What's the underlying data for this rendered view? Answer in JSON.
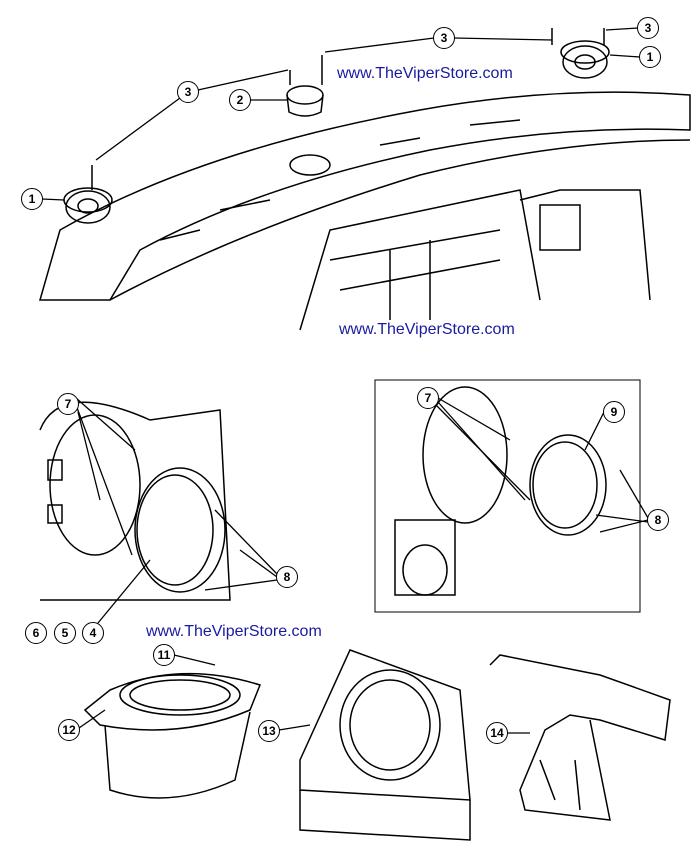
{
  "watermarks": [
    "www.TheViperStore.com",
    "www.TheViperStore.com",
    "www.TheViperStore.com"
  ],
  "callouts": [
    {
      "label": "3",
      "target": "screw"
    },
    {
      "label": "3",
      "target": "screw"
    },
    {
      "label": "3",
      "target": "screw"
    },
    {
      "label": "1",
      "target": "dash-speaker-right"
    },
    {
      "label": "1",
      "target": "dash-speaker-left"
    },
    {
      "label": "2",
      "target": "center-speaker"
    },
    {
      "label": "7",
      "target": "door-screws-left"
    },
    {
      "label": "7",
      "target": "door-screws-right"
    },
    {
      "label": "9",
      "target": "door-speaker-right"
    },
    {
      "label": "8",
      "target": "speaker-screws-left"
    },
    {
      "label": "8",
      "target": "speaker-screws-right"
    },
    {
      "label": "6",
      "target": "part-6"
    },
    {
      "label": "5",
      "target": "part-5"
    },
    {
      "label": "4",
      "target": "door-speaker-left"
    },
    {
      "label": "11",
      "target": "connector"
    },
    {
      "label": "12",
      "target": "speaker-enclosure"
    },
    {
      "label": "13",
      "target": "subwoofer-box"
    },
    {
      "label": "14",
      "target": "bracket"
    }
  ]
}
